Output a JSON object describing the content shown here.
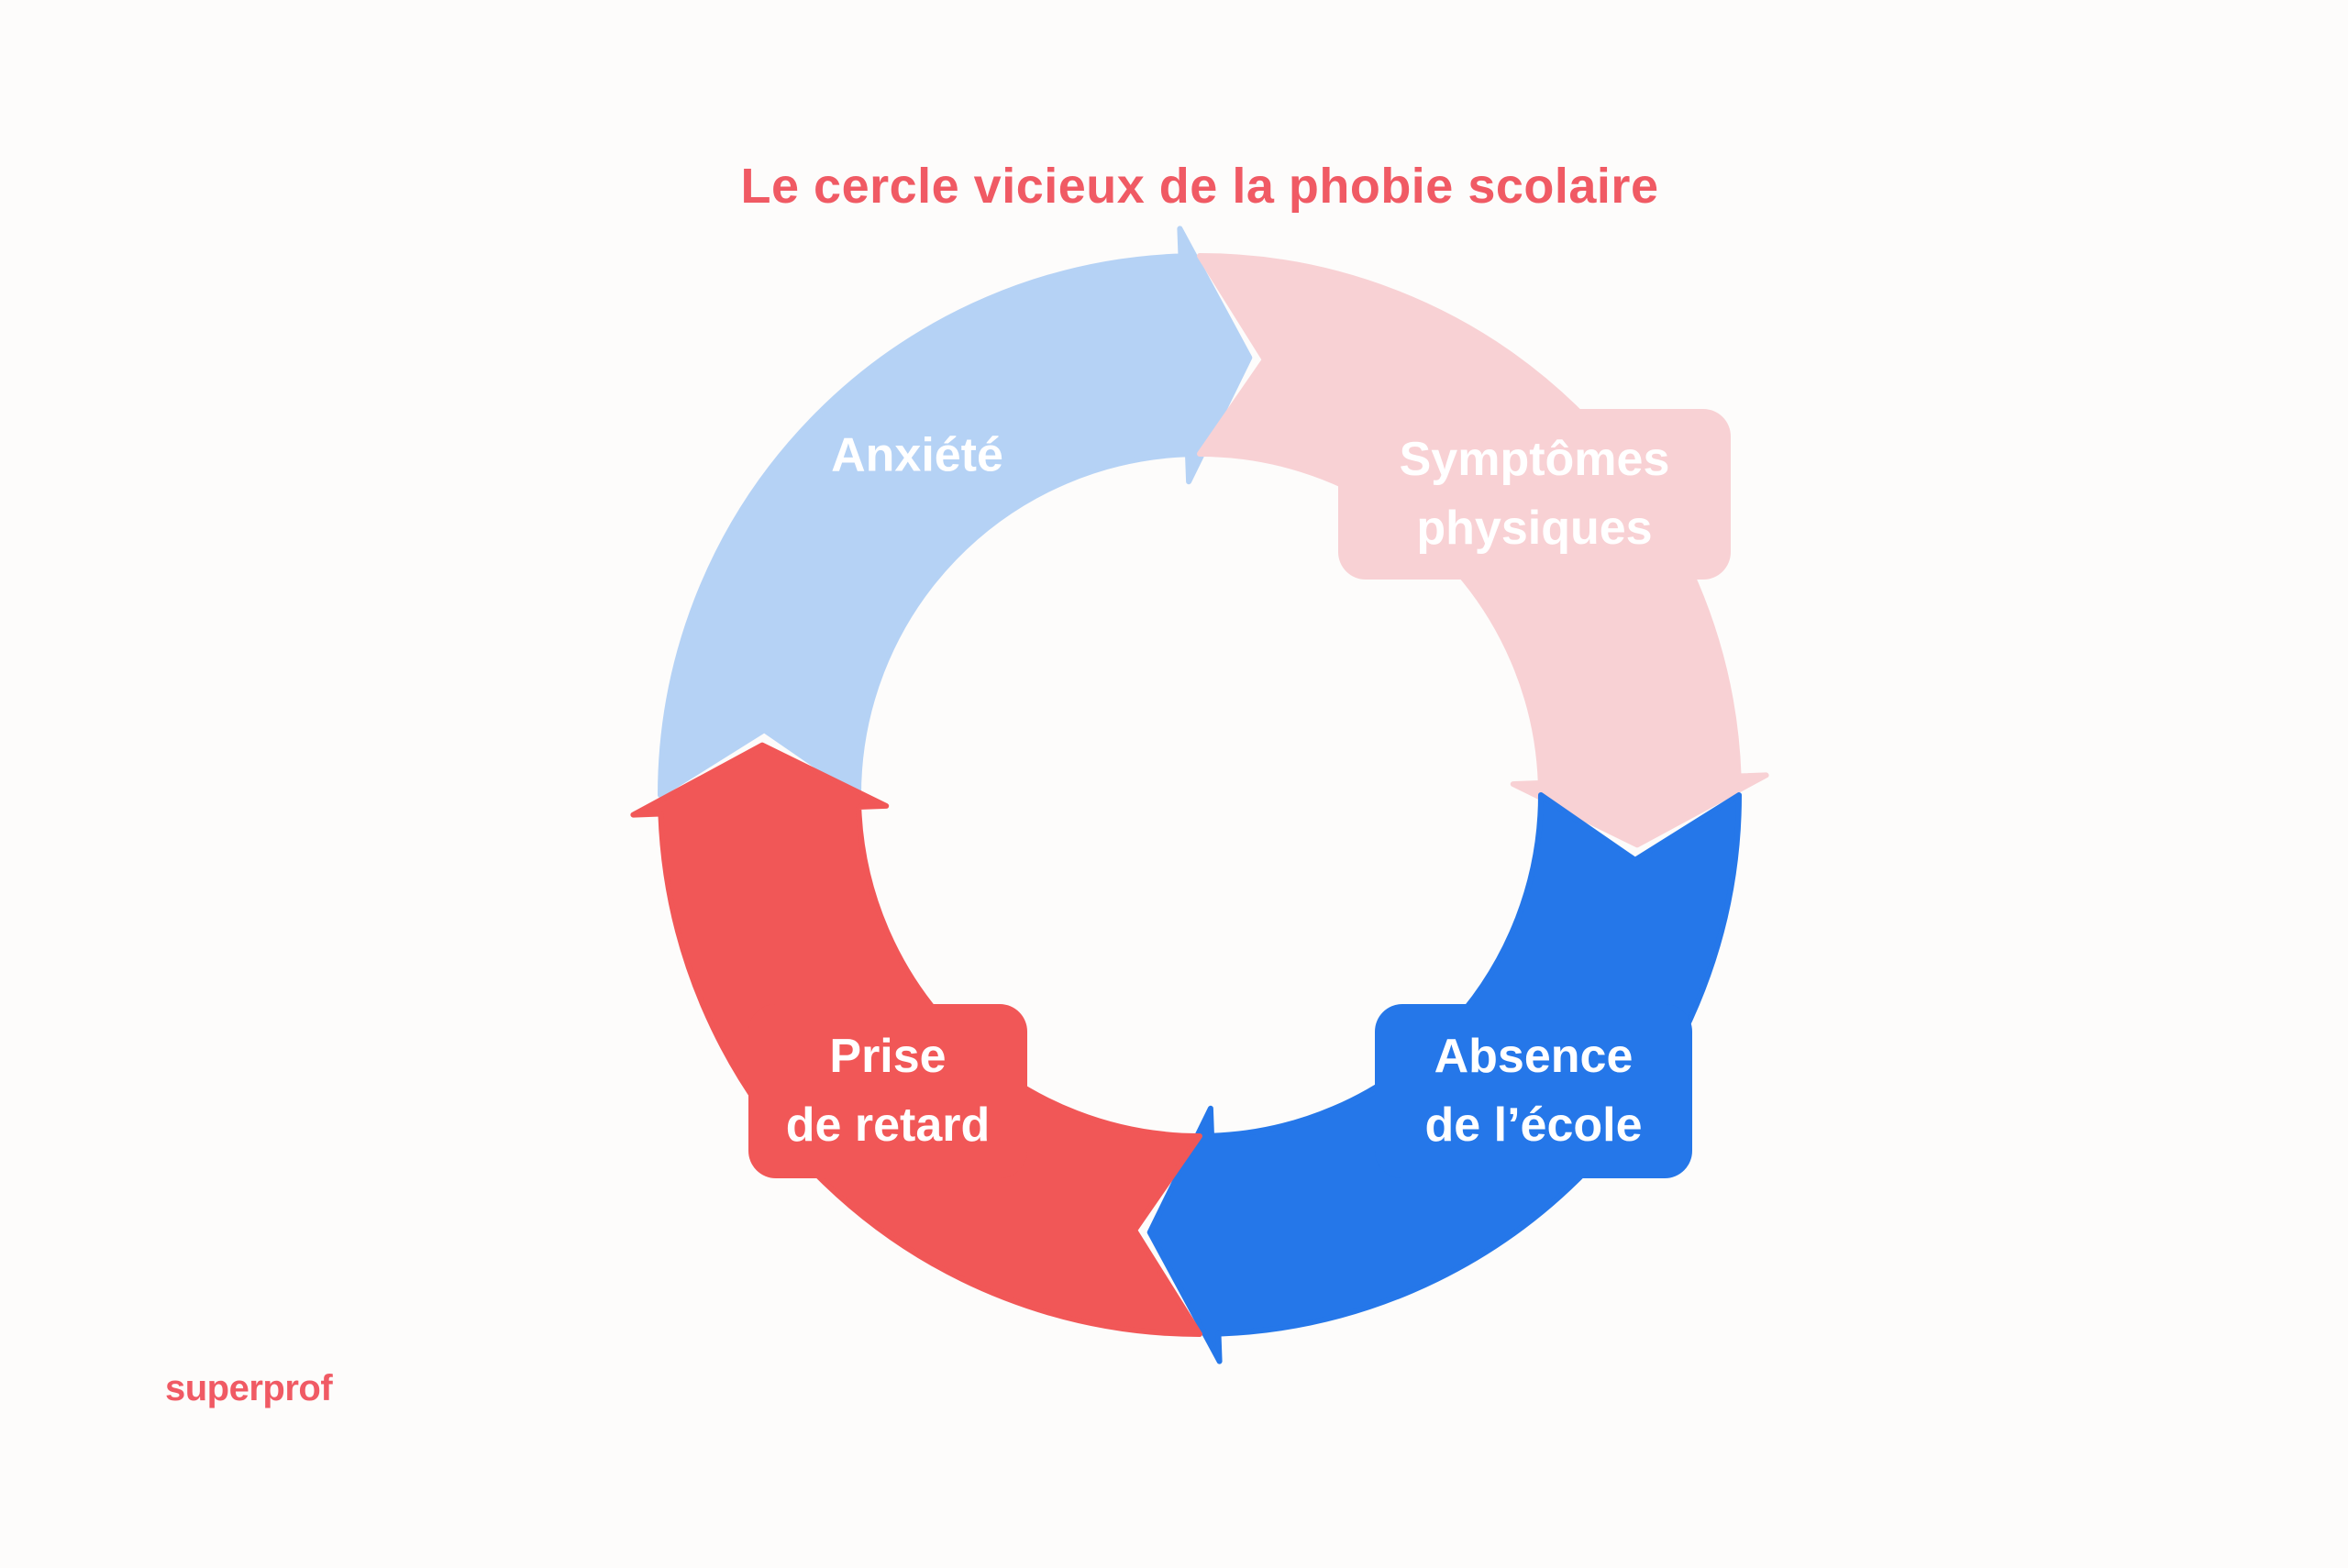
{
  "title": {
    "text": "Le cercle vicieux de la phobie scolaire",
    "color": "#f05a64"
  },
  "brand": {
    "text": "superprof",
    "color": "#f05a64"
  },
  "diagram": {
    "type": "cycle",
    "direction": "clockwise",
    "background": "#fdfcfb",
    "text_color": "#ffffff",
    "segments": [
      {
        "id": "anxiete",
        "label": "Anxiété",
        "lines": [
          "Anxiété",
          ""
        ],
        "color": "#b5d2f5",
        "position": "top-left"
      },
      {
        "id": "symptomes-physiques",
        "label": "Symptômes physiques",
        "lines": [
          "Symptômes",
          "physiques"
        ],
        "color": "#f8d1d4",
        "position": "top-right"
      },
      {
        "id": "absence-de-l-ecole",
        "label": "Absence de l’école",
        "lines": [
          "Absence",
          "de l’école"
        ],
        "color": "#2577e9",
        "position": "bottom-right"
      },
      {
        "id": "prise-de-retard",
        "label": "Prise de retard",
        "lines": [
          "Prise",
          "de retard"
        ],
        "color": "#f15757",
        "position": "bottom-left"
      }
    ]
  }
}
